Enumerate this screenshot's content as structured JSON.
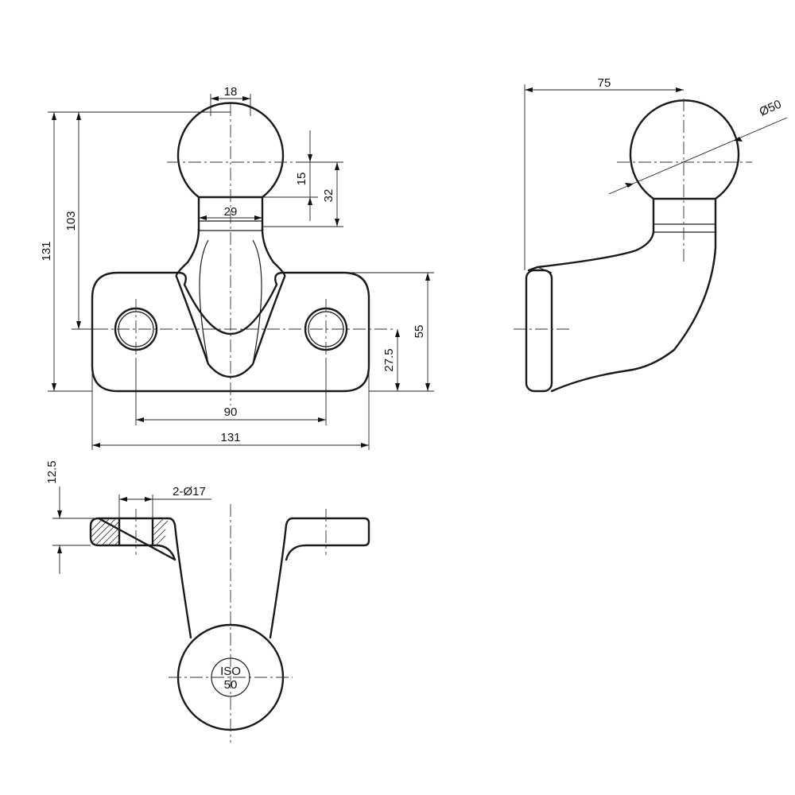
{
  "front_view": {
    "ball_diameter": "18",
    "neck_offset": "15",
    "neck_height": "32",
    "neck_width": "29",
    "ball_to_holes_height": "103",
    "total_height": "131",
    "plate_height": "55",
    "hole_center_height": "27.5",
    "hole_spacing": "90",
    "plate_width": "131"
  },
  "side_view": {
    "reach": "75",
    "ball_size": "Ø50"
  },
  "top_view": {
    "plate_thickness": "12.5",
    "holes": "2-Ø17",
    "ball_label_line1": "ISO",
    "ball_label_line2": "50"
  }
}
